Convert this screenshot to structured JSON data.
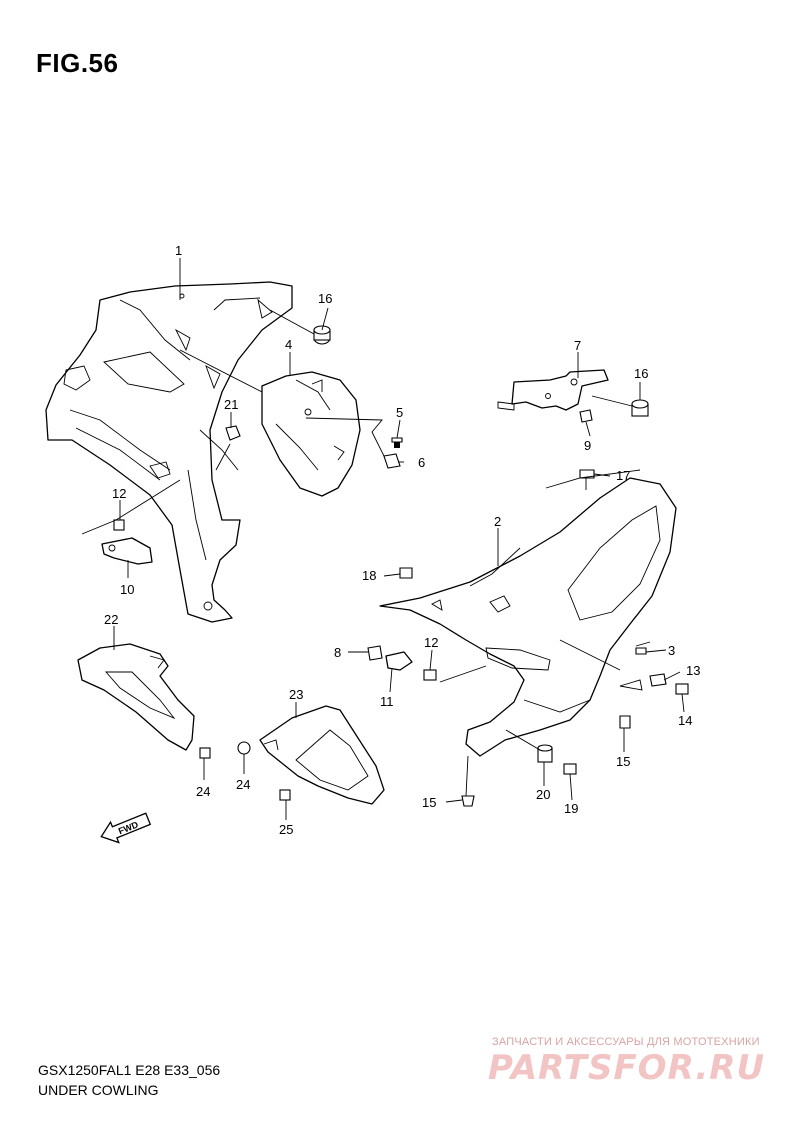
{
  "figure_title": "FIG.56",
  "model_code": "GSX1250FAL1 E28 E33_056",
  "section_name": "UNDER COWLING",
  "direction_label": "FWD",
  "watermark": {
    "caption": "ЗАПЧАСТИ И АКСЕССУАРЫ ДЛЯ МОТОТЕХНИКИ",
    "logo": "PARTSFOR.RU"
  },
  "callouts": [
    {
      "id": "c1",
      "label": "1"
    },
    {
      "id": "c2",
      "label": "2"
    },
    {
      "id": "c3",
      "label": "3"
    },
    {
      "id": "c4",
      "label": "4"
    },
    {
      "id": "c5",
      "label": "5"
    },
    {
      "id": "c6",
      "label": "6"
    },
    {
      "id": "c7",
      "label": "7"
    },
    {
      "id": "c8",
      "label": "8"
    },
    {
      "id": "c9",
      "label": "9"
    },
    {
      "id": "c10",
      "label": "10"
    },
    {
      "id": "c11",
      "label": "11"
    },
    {
      "id": "c12a",
      "label": "12"
    },
    {
      "id": "c12b",
      "label": "12"
    },
    {
      "id": "c13",
      "label": "13"
    },
    {
      "id": "c14",
      "label": "14"
    },
    {
      "id": "c15a",
      "label": "15"
    },
    {
      "id": "c15b",
      "label": "15"
    },
    {
      "id": "c16a",
      "label": "16"
    },
    {
      "id": "c16b",
      "label": "16"
    },
    {
      "id": "c17",
      "label": "17"
    },
    {
      "id": "c18",
      "label": "18"
    },
    {
      "id": "c19",
      "label": "19"
    },
    {
      "id": "c20",
      "label": "20"
    },
    {
      "id": "c21",
      "label": "21"
    },
    {
      "id": "c22",
      "label": "22"
    },
    {
      "id": "c23",
      "label": "23"
    },
    {
      "id": "c24a",
      "label": "24"
    },
    {
      "id": "c24b",
      "label": "24"
    },
    {
      "id": "c25",
      "label": "25"
    }
  ]
}
